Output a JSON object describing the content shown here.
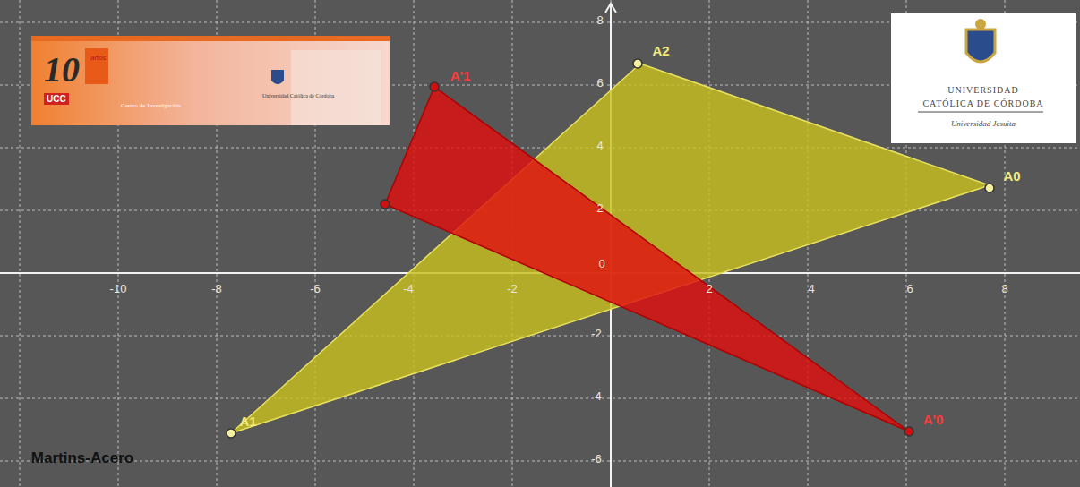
{
  "diagram": {
    "nodes": [
      {
        "text": [
          "10",
          "años",
          "UCC",
          "Centro de Investigación",
          "Universidad Católica de Córdoba"
        ]
      },
      {
        "text": [
          "UNIVERSIDAD",
          "CATÓLICA DE CÓRDOBA",
          "Universidad Jesuita"
        ]
      }
    ],
    "labels": [
      "-10",
      "-8",
      "-6",
      "-4",
      "-2",
      "2",
      "4",
      "6",
      "8",
      "8",
      "6",
      "4",
      "2",
      "0",
      "-2",
      "-4",
      "-6",
      "A0",
      "A1",
      "A2",
      "A'1",
      "A'0",
      "Martins-Acero"
    ]
  }
}
